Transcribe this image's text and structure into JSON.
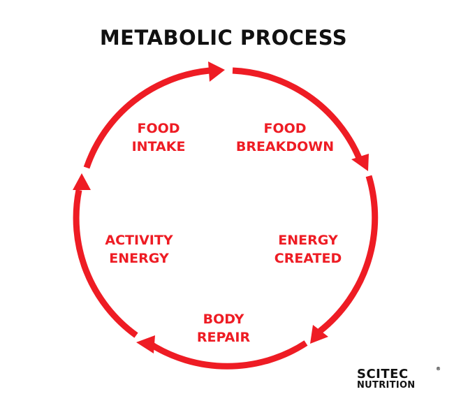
{
  "title": "METABOLIC PROCESS",
  "stages": [
    {
      "line1": "FOOD",
      "line2": "INTAKE"
    },
    {
      "line1": "FOOD",
      "line2": "BREAKDOWN"
    },
    {
      "line1": "ENERGY",
      "line2": "CREATED"
    },
    {
      "line1": "BODY",
      "line2": "REPAIR"
    },
    {
      "line1": "ACTIVITY",
      "line2": "ENERGY"
    }
  ],
  "logo": {
    "line1": "SCITEC",
    "line2": "NUTRITION",
    "mark": "®"
  },
  "colors": {
    "accent": "#ee1c24",
    "title": "#111111",
    "background": "#ffffff"
  },
  "icons": [
    "cycle-arrow-icon"
  ]
}
